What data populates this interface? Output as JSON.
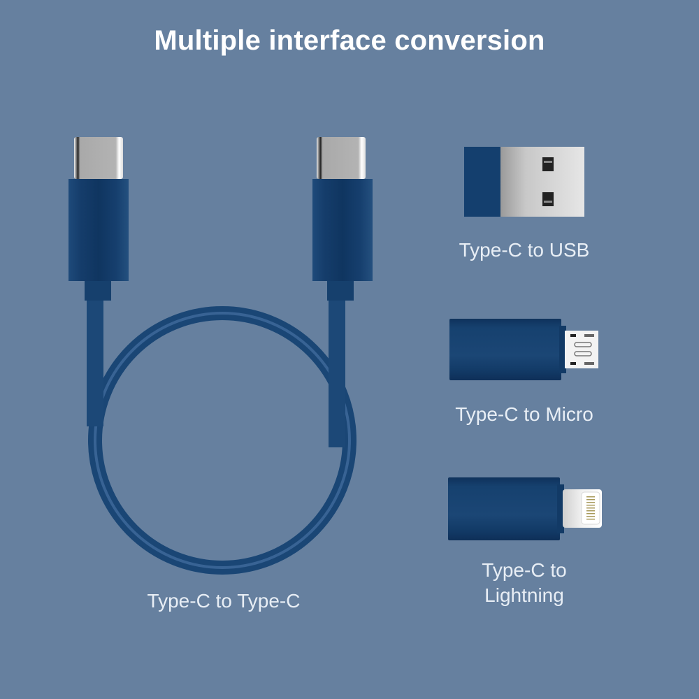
{
  "title": "Multiple interface conversion",
  "products": [
    {
      "label": "Type-C to Type-C",
      "type": "cable"
    },
    {
      "label": "Type-C to USB",
      "type": "adapter"
    },
    {
      "label": "Type-C to Micro",
      "type": "adapter"
    },
    {
      "label_line1": "Type-C to",
      "label_line2": "Lightning",
      "type": "adapter"
    }
  ],
  "colors": {
    "background": "#66809f",
    "product_blue": "#123b68",
    "metal": "#c9c9c9",
    "text": "#ffffff"
  }
}
